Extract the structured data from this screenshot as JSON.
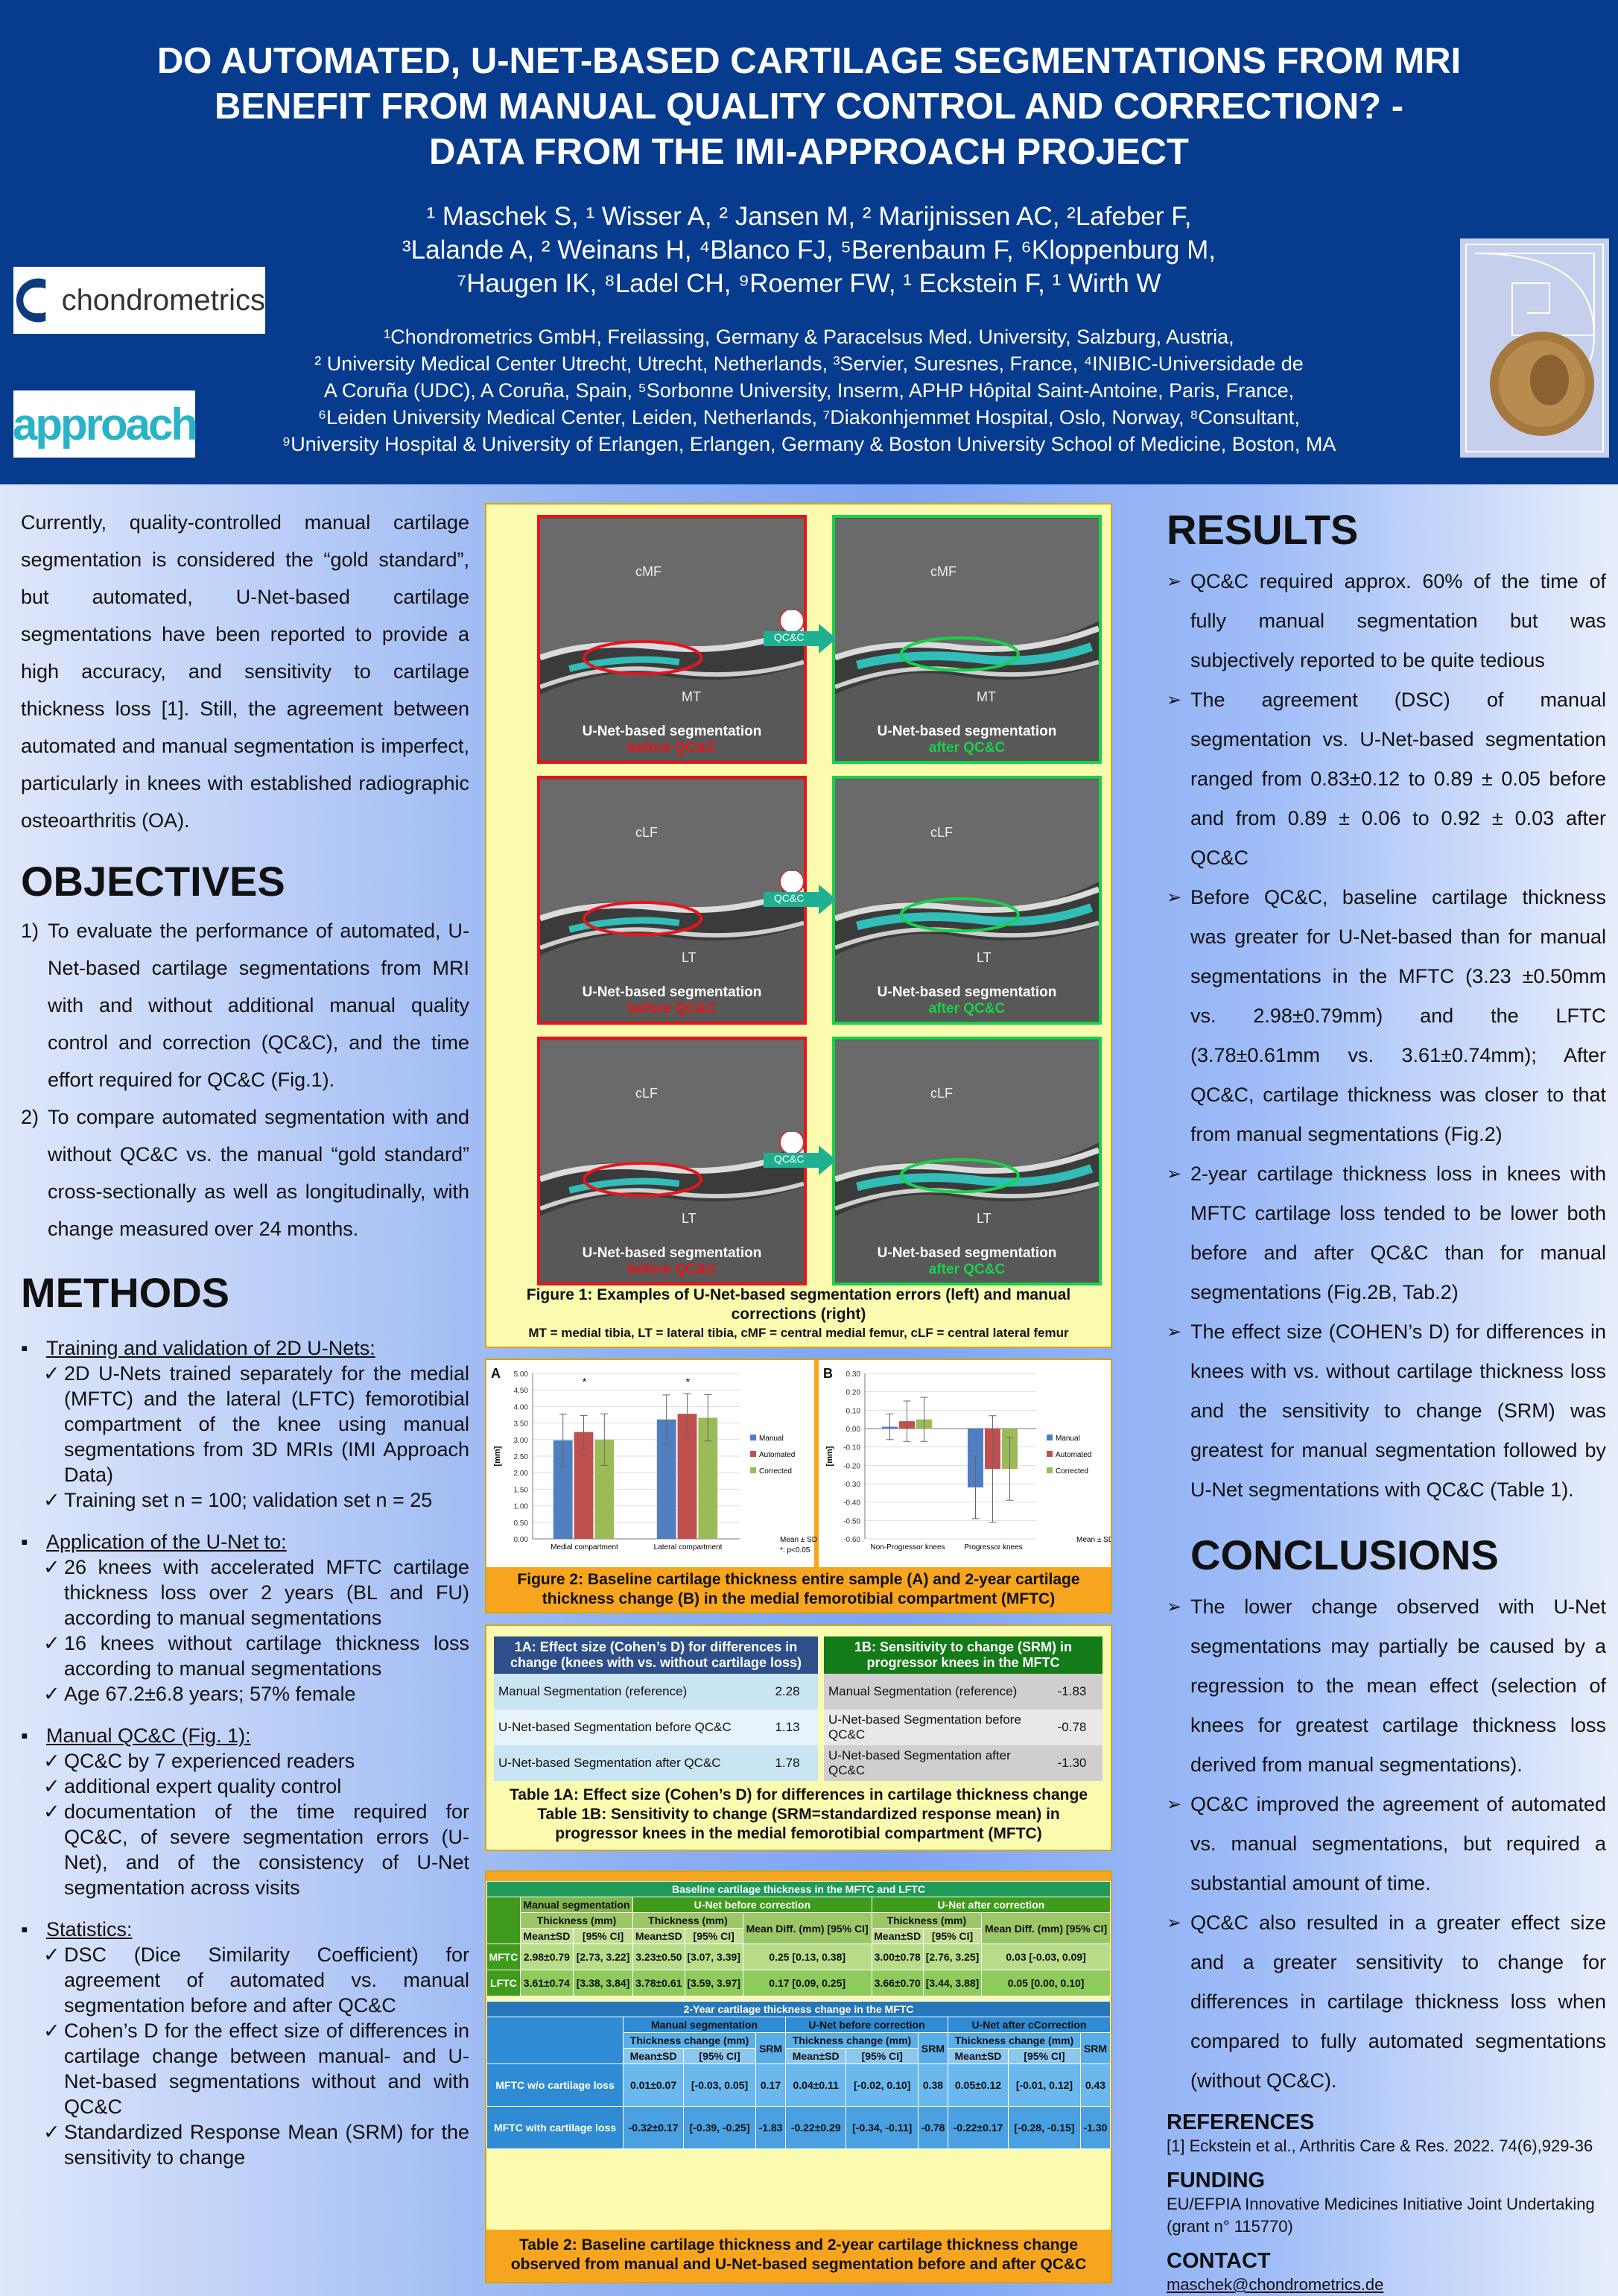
{
  "header": {
    "title_lines": [
      "DO AUTOMATED, U-NET-BASED CARTILAGE SEGMENTATIONS FROM MRI",
      "BENEFIT FROM MANUAL QUALITY CONTROL AND CORRECTION? -",
      "DATA FROM THE IMI-APPROACH PROJECT"
    ],
    "author_lines": [
      "¹ Maschek S, ¹ Wisser A, ² Jansen M, ² Marijnissen AC, ²Lafeber F,",
      "³Lalande A, ² Weinans H, ⁴Blanco FJ, ⁵Berenbaum F, ⁶Kloppenburg M,",
      "⁷Haugen IK, ⁸Ladel CH, ⁹Roemer FW, ¹ Eckstein F, ¹ Wirth W"
    ],
    "affiliation_lines": [
      "¹Chondrometrics GmbH, Freilassing, Germany & Paracelsus Med. University, Salzburg, Austria,",
      "² University Medical Center Utrecht, Utrecht, Netherlands, ³Servier, Suresnes, France, ⁴INIBIC-Universidade de",
      "A Coruña (UDC), A Coruña, Spain, ⁵Sorbonne University, Inserm, APHP Hôpital Saint-Antoine, Paris, France,",
      "⁶Leiden University Medical Center, Leiden, Netherlands, ⁷Diakonhjemmet Hospital, Oslo, Norway, ⁸Consultant,",
      "⁹University Hospital & University of Erlangen, Erlangen, Germany & Boston University School of Medicine, Boston, MA"
    ],
    "logo1_text": "chondrometrics",
    "logo2_text": "approach"
  },
  "intro": "Currently, quality-controlled manual cartilage segmentation is considered the “gold standard”, but automated, U-Net-based cartilage segmentations have been reported to provide a high accuracy, and sensitivity to cartilage thickness loss [1]. Still, the agreement between automated and manual segmentation is imperfect, particularly in knees with established radiographic osteoarthritis (OA).",
  "objectives": {
    "heading": "OBJECTIVES",
    "items": [
      {
        "num": "1)",
        "text": "To evaluate the performance of automated, U-Net-based cartilage segmentations from MRI with and without additional manual quality control and correction (QC&C), and the time effort required for QC&C (Fig.1)."
      },
      {
        "num": "2)",
        "text": "To compare automated segmentation with and without QC&C vs. the manual “gold standard” cross-sectionally as well as longitudinally, with change measured over 24 months."
      }
    ]
  },
  "methods": {
    "heading": "METHODS",
    "sections": [
      {
        "head": "Training and validation of 2D U-Nets:",
        "items": [
          "2D U-Nets trained separately for the medial (MFTC) and the lateral (LFTC) femorotibial compartment of the knee using manual segmentations from 3D MRIs (IMI Approach Data)",
          "Training set n = 100; validation set n = 25"
        ]
      },
      {
        "head": "Application of the U-Net to:",
        "items": [
          "26 knees with accelerated MFTC cartilage thickness loss over 2 years (BL and FU) according to manual segmentations",
          "16 knees without cartilage thickness loss according to manual segmentations",
          "Age 67.2±6.8 years; 57% female"
        ]
      },
      {
        "head": "Manual QC&C (Fig. 1):",
        "items": [
          "QC&C by 7 experienced readers",
          "additional expert quality control",
          "documentation of the time required for QC&C, of severe segmentation errors (U-Net), and of the consistency of U-Net segmentation across visits"
        ]
      },
      {
        "head": "Statistics:",
        "items": [
          "DSC (Dice Similarity Coefficient) for agreement of automated vs. manual segmentation before and after QC&C",
          "Cohen’s D for the effect size of differences in cartilage change between manual- and U-Net-based segmentations without and with QC&C",
          "Standardized Response Mean (SRM) for the sensitivity to change"
        ]
      }
    ]
  },
  "fig1": {
    "panels": [
      {
        "top": "cMF",
        "bottom": "MT",
        "label1": "U-Net-based segmentation",
        "label2": "before QC&C",
        "after": false
      },
      {
        "top": "cMF",
        "bottom": "MT",
        "label1": "U-Net-based segmentation",
        "label2": "after QC&C",
        "after": true
      },
      {
        "top": "cLF",
        "bottom": "LT",
        "label1": "U-Net-based segmentation",
        "label2": "before QC&C",
        "after": false
      },
      {
        "top": "cLF",
        "bottom": "LT",
        "label1": "U-Net-based segmentation",
        "label2": "after QC&C",
        "after": true
      },
      {
        "top": "cLF",
        "bottom": "LT",
        "label1": "U-Net-based segmentation",
        "label2": "before QC&C",
        "after": false
      },
      {
        "top": "cLF",
        "bottom": "LT",
        "label1": "U-Net-based segmentation",
        "label2": "after QC&C",
        "after": true
      }
    ],
    "arrow_label": "QC&C",
    "caption": "Figure 1: Examples of U-Net-based segmentation errors (left) and manual corrections (right)",
    "abbrev": "MT = medial tibia, LT = lateral tibia, cMF = central medial femur, cLF = central lateral femur"
  },
  "chart_data": [
    {
      "type": "bar",
      "panel_label": "A",
      "categories": [
        "Medial compartment",
        "Lateral compartment"
      ],
      "series": [
        {
          "name": "Manual",
          "values": [
            2.98,
            3.61
          ],
          "sd": [
            0.79,
            0.74
          ]
        },
        {
          "name": "Automated",
          "values": [
            3.23,
            3.78
          ],
          "sd": [
            0.5,
            0.61
          ]
        },
        {
          "name": "Corrected",
          "values": [
            3.0,
            3.66
          ],
          "sd": [
            0.78,
            0.7
          ]
        }
      ],
      "ylabel": "[mm]",
      "ylim": [
        0,
        5
      ],
      "yticks": [
        "0.00",
        "0.50",
        "1.00",
        "1.50",
        "2.00",
        "2.50",
        "3.00",
        "3.50",
        "4.00",
        "4.50",
        "5.00"
      ],
      "star": "*",
      "note": "Mean ± SD",
      "note2": "*: p<0.05"
    },
    {
      "type": "bar",
      "panel_label": "B",
      "categories": [
        "Non-Progressor knees",
        "Progressor knees"
      ],
      "series": [
        {
          "name": "Manual",
          "values": [
            0.01,
            -0.32
          ],
          "sd": [
            0.07,
            0.17
          ]
        },
        {
          "name": "Automated",
          "values": [
            0.04,
            -0.22
          ],
          "sd": [
            0.11,
            0.29
          ]
        },
        {
          "name": "Corrected",
          "values": [
            0.05,
            -0.22
          ],
          "sd": [
            0.12,
            0.17
          ]
        }
      ],
      "ylabel": "[mm]",
      "ylim": [
        -0.6,
        0.3
      ],
      "yticks": [
        "0.30",
        "0.20",
        "0.10",
        "0.00",
        "-0.10",
        "-0.20",
        "-0.30",
        "-0.40",
        "-0.50",
        "-0.60"
      ],
      "note": "Mean ± SD"
    }
  ],
  "fig2_caption": "Figure 2: Baseline cartilage thickness entire sample (A) and 2-year cartilage thickness change (B) in the medial femorotibial compartment (MFTC)",
  "table1": {
    "a_head": "1A: Effect size (Cohen’s D) for differences in change (knees with vs. without cartilage loss)",
    "b_head": "1B: Sensitivity to change (SRM) in progressor knees in the MFTC",
    "rows_a": [
      [
        "Manual  Segmentation  (reference)",
        "2.28"
      ],
      [
        "U-Net-based  Segmentation  before QC&C",
        "1.13"
      ],
      [
        "U-Net-based  Segmentation  after QC&C",
        "1.78"
      ]
    ],
    "rows_b": [
      [
        "Manual  Segmentation  (reference)",
        "-1.83"
      ],
      [
        "U-Net-based  Segmentation  before QC&C",
        "-0.78"
      ],
      [
        "U-Net-based  Segmentation  after QC&C",
        "-1.30"
      ]
    ],
    "caption": "Table 1A: Effect size (Cohen’s D) for differences in cartilage thickness change Table 1B: Sensitivity to change (SRM=standardized response mean) in progressor knees in the medial femorotibial compartment (MFTC)"
  },
  "table2": {
    "title_a": "Baseline cartilage thickness in the MFTC and LFTC",
    "groups_a": [
      "Manual segmentation",
      "U-Net before correction",
      "U-Net after correction"
    ],
    "sub_a": [
      "Thickness (mm)",
      "Thickness (mm)",
      "Mean Diff. (mm) [95% CI]",
      "Thickness (mm)",
      "Mean Diff. (mm) [95% CI]"
    ],
    "cols_a": [
      "Mean±SD",
      "[95% CI]",
      "Mean±SD",
      "[95% CI]",
      "Mean±SD",
      "[95% CI]"
    ],
    "rows_a": [
      [
        "MFTC",
        "2.98±0.79",
        "[2.73, 3.22]",
        "3.23±0.50",
        "[3.07, 3.39]",
        "0.25 [0.13, 0.38]",
        "3.00±0.78",
        "[2.76, 3.25]",
        "0.03 [-0.03, 0.09]"
      ],
      [
        "LFTC",
        "3.61±0.74",
        "[3.38, 3.84]",
        "3.78±0.61",
        "[3.59, 3.97]",
        "0.17 [0.09, 0.25]",
        "3.66±0.70",
        "[3.44, 3.88]",
        "0.05 [0.00, 0.10]"
      ]
    ],
    "title_b": "2-Year cartilage thickness change in the MFTC",
    "groups_b": [
      "Manual segmentation",
      "U-Net before correction",
      "U-Net after cCorrection"
    ],
    "sub_b": [
      "Thickness change (mm)",
      "SRM",
      "Thickness change (mm)",
      "SRM",
      "Thickness change (mm)",
      "SRM"
    ],
    "rows_b": [
      [
        "MFTC w/o cartilage loss",
        "0.01±0.07",
        "[-0.03, 0.05]",
        "0.17",
        "0.04±0.11",
        "[-0.02, 0.10]",
        "0.38",
        "0.05±0.12",
        "[-0.01, 0.12]",
        "0.43"
      ],
      [
        "MFTC with cartilage loss",
        "-0.32±0.17",
        "[-0.39, -0.25]",
        "-1.83",
        "-0.22±0.29",
        "[-0.34, -0.11]",
        "-0.78",
        "-0.22±0.17",
        "[-0.28, -0.15]",
        "-1.30"
      ]
    ],
    "caption": "Table 2: Baseline cartilage thickness and 2-year cartilage thickness change observed from manual and U-Net-based segmentation before and after QC&C"
  },
  "results": {
    "heading": "RESULTS",
    "items": [
      "QC&C required approx. 60% of the time of fully manual segmentation but was subjectively reported to be quite tedious",
      "The agreement (DSC) of manual segmentation vs. U-Net-based segmentation ranged from 0.83±0.12 to 0.89 ± 0.05 before and from 0.89 ± 0.06 to 0.92 ± 0.03 after QC&C",
      "Before QC&C, baseline cartilage thickness was greater for U-Net-based than for manual segmentations in the MFTC (3.23 ±0.50mm vs. 2.98±0.79mm) and the LFTC (3.78±0.61mm vs. 3.61±0.74mm); After QC&C, cartilage thickness was closer to that from manual segmentations (Fig.2)",
      "2-year cartilage thickness loss in knees with MFTC cartilage loss tended to be lower both before and after QC&C than for manual segmentations (Fig.2B, Tab.2)",
      "The effect size (COHEN’s D) for differences in knees with vs. without cartilage thickness loss and the sensitivity to change (SRM) was greatest for manual segmentation followed by U-Net segmentations with QC&C (Table 1)."
    ]
  },
  "conclusions": {
    "heading": "CONCLUSIONS",
    "items": [
      "The lower change observed with U-Net segmentations may partially be caused by a regression to the mean effect (selection of knees for greatest cartilage thickness loss derived from manual segmentations).",
      "QC&C improved the agreement of automated vs. manual segmentations, but required a substantial amount of time.",
      "QC&C also resulted in a greater effect size and a greater sensitivity to change for differences in cartilage thickness loss when compared to fully automated segmentations (without QC&C)."
    ]
  },
  "references": {
    "heading": "REFERENCES",
    "text": "[1] Eckstein et al., Arthritis Care & Res. 2022. 74(6),929-36"
  },
  "funding": {
    "heading": "FUNDING",
    "text": "EU/EFPIA Innovative Medicines Initiative Joint Undertaking (grant n° 115770)"
  },
  "contact": {
    "heading": "CONTACT",
    "text": "maschek@chondrometrics.de"
  },
  "colors": {
    "header": "#073b8e",
    "manual": "#4f7fc0",
    "automated": "#c0504d",
    "corrected": "#9bbb59",
    "before": "#e8141b",
    "after": "#17d24a"
  }
}
